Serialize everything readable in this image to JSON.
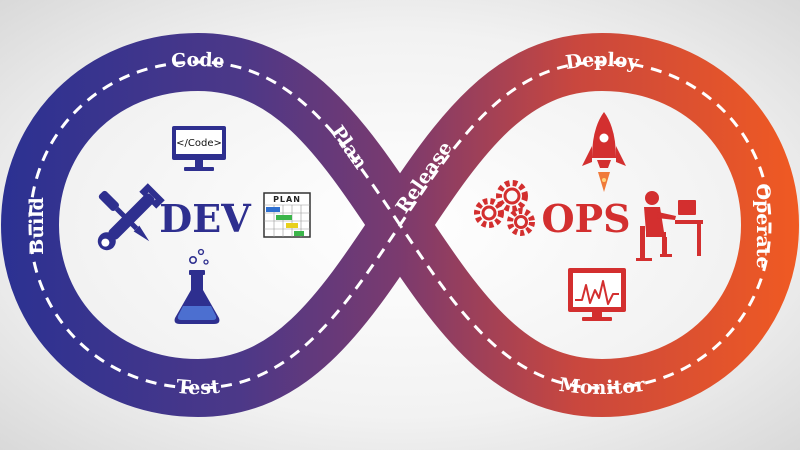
{
  "dev": {
    "title": "DEV",
    "code_screen_text": "</Code>",
    "plan_chart_title": "PLAN"
  },
  "ops": {
    "title": "OPS"
  },
  "stages": {
    "code": "Code",
    "build": "Build",
    "test": "Test",
    "plan": "Plan",
    "release": "Release",
    "deploy": "Deploy",
    "operate": "Operate",
    "monitor": "Monitor"
  },
  "colors": {
    "dev_blue": "#2e2f8f",
    "mid_purple": "#7b3a6e",
    "ops_orange": "#ee5a24",
    "ops_red": "#d32f2f"
  }
}
